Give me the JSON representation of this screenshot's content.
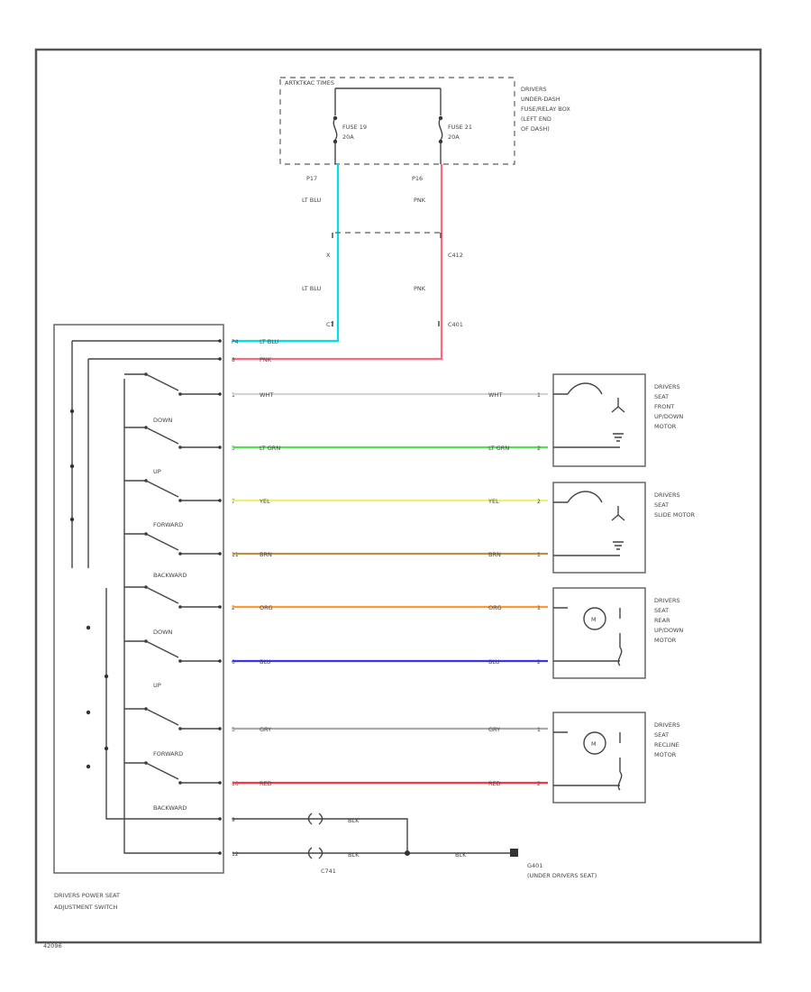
{
  "labels": {
    "fuse_block": "ARTKTKAC TIMES",
    "fuse_location": [
      "DRIVERS",
      "UNDER-DASH",
      "FUSE/RELAY BOX",
      "(LEFT END",
      "OF DASH)"
    ],
    "fuse1": [
      "FUSE 19",
      "20A"
    ],
    "fuse2": [
      "FUSE 21",
      "20A"
    ],
    "pin_left": "P17",
    "pin_right": "P16",
    "wire_lt_blu": "LT BLU",
    "wire_pnk": "PNK",
    "conn_x": "X",
    "conn_c412": "C412",
    "conn_c401": "C401",
    "conn_c7": "C7",
    "sw_title": [
      "DRIVERS POWER SEAT",
      "ADJUSTMENT SWITCH"
    ],
    "ground_title": [
      "G401",
      "(UNDER DRIVERS SEAT)"
    ],
    "ground_conn": "C741",
    "wire_blk": "BLK",
    "footer": "42096"
  },
  "switch_labels": [
    "DOWN",
    "UP",
    "FORWARD",
    "BACKWARD",
    "DOWN",
    "UP",
    "FORWARD",
    "BACKWARD"
  ],
  "wires": [
    {
      "pin": "P4",
      "label": "LT BLU",
      "color": "#00e0e8"
    },
    {
      "pin": "8",
      "label": "PNK",
      "color": "#ff6680"
    },
    {
      "pin": "1",
      "label": "WHT",
      "rlabel": "WHT",
      "rpin": "1",
      "color": "#d4d4d4"
    },
    {
      "pin": "3",
      "label": "LT GRN",
      "rlabel": "LT GRN",
      "rpin": "2",
      "color": "#55dd55"
    },
    {
      "pin": "7",
      "label": "YEL",
      "rlabel": "YEL",
      "rpin": "2",
      "color": "#f0f070"
    },
    {
      "pin": "11",
      "label": "BRN",
      "rlabel": "BRN",
      "rpin": "1",
      "color": "#b8924a"
    },
    {
      "pin": "2",
      "label": "ORG",
      "rlabel": "ORG",
      "rpin": "1",
      "color": "#ff9933"
    },
    {
      "pin": "6",
      "label": "BLU",
      "rlabel": "BLU",
      "rpin": "2",
      "color": "#3333ff"
    },
    {
      "pin": "5",
      "label": "GRY",
      "rlabel": "GRY",
      "rpin": "1",
      "color": "#aaaaaa"
    },
    {
      "pin": "10",
      "label": "RED",
      "rlabel": "RED",
      "rpin": "2",
      "color": "#ff3344"
    },
    {
      "pin": "9",
      "label": "BLK",
      "color": "#444444"
    },
    {
      "pin": "12",
      "label": "BLK",
      "color": "#444444"
    }
  ],
  "motors": [
    {
      "lines": [
        "DRIVERS",
        "SEAT",
        "FRONT",
        "UP/DOWN",
        "MOTOR"
      ]
    },
    {
      "lines": [
        "DRIVERS",
        "SEAT",
        "SLIDE MOTOR"
      ]
    },
    {
      "lines": [
        "DRIVERS",
        "SEAT",
        "REAR",
        "UP/DOWN",
        "MOTOR"
      ]
    },
    {
      "lines": [
        "DRIVERS",
        "SEAT",
        "RECLINE",
        "MOTOR"
      ]
    }
  ]
}
